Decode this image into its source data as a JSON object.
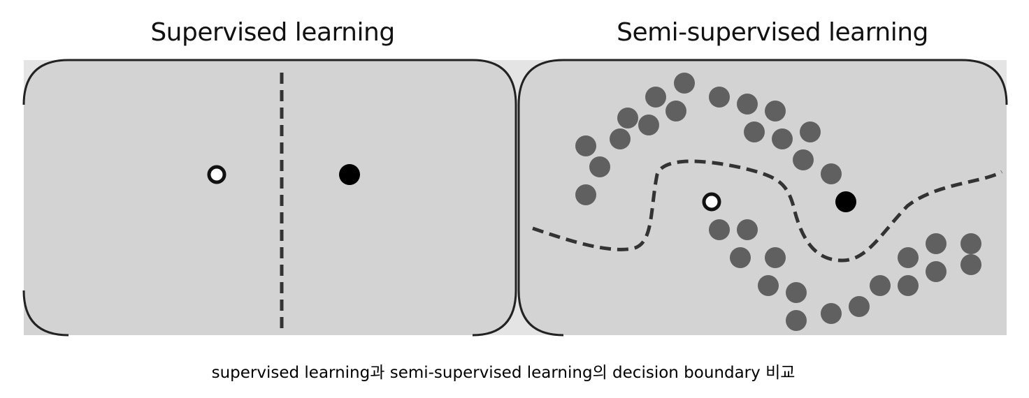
{
  "titles": {
    "left": "Supervised learning",
    "right": "Semi-supervised learning"
  },
  "caption": "supervised learning과 semi-supervised learning의 decision boundary 비교",
  "colors": {
    "panel_fill": "#d3d3d3",
    "band_fill": "#e4e4e4",
    "outline": "#222222",
    "unlabeled_point": "#606060",
    "labeled_filled": "#000000",
    "labeled_hollow_fill": "#ffffff",
    "boundary": "#333333"
  },
  "legend_semantics": {
    "hollow_circle": "labeled-class-a",
    "filled_circle": "labeled-class-b",
    "gray_dots": "unlabeled-data",
    "dashed_line": "decision-boundary"
  }
}
